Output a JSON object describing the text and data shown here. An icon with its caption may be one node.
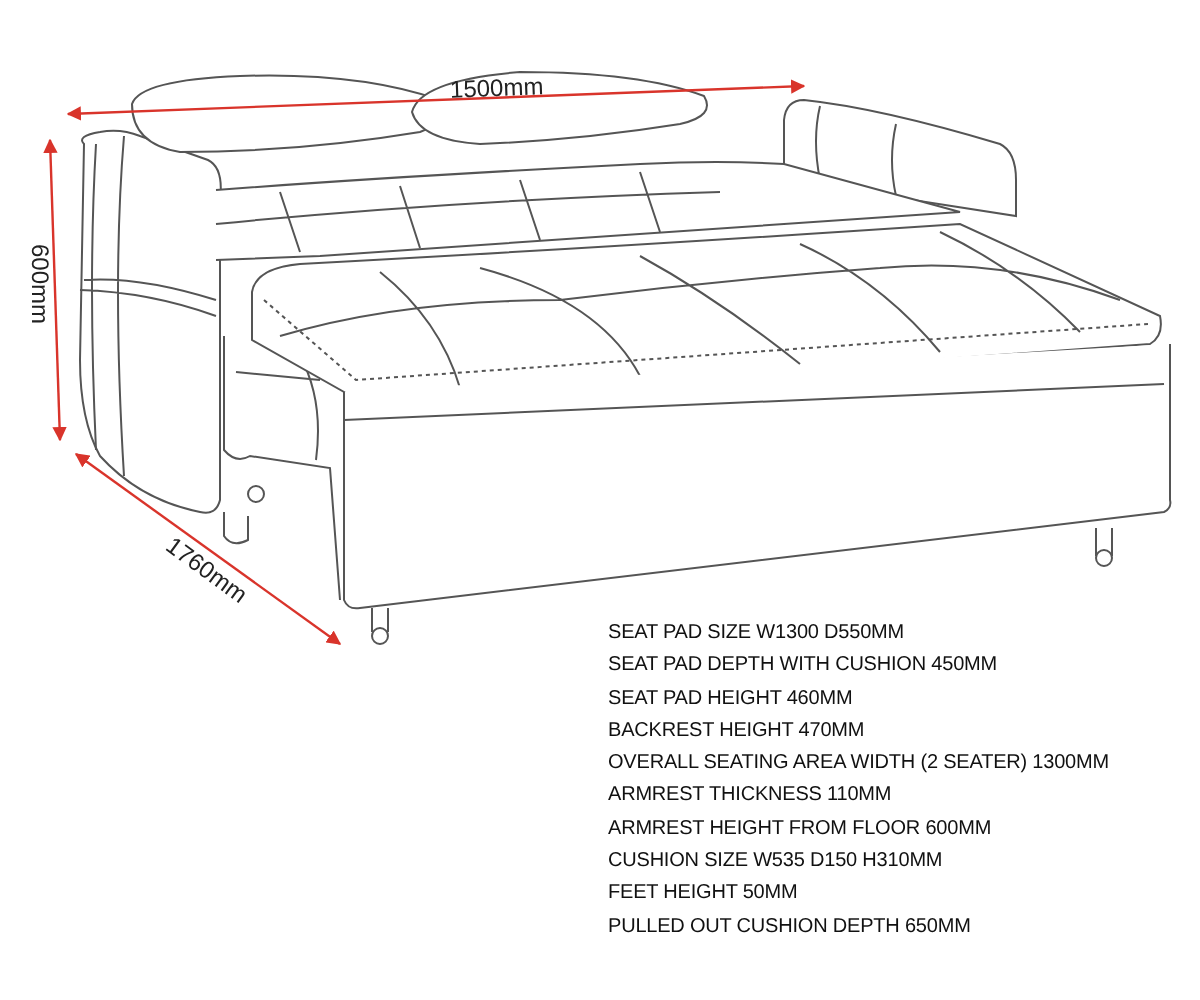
{
  "diagram": {
    "labels": [
      "1500mm",
      "600mm",
      "1760mm",
      "SEAT PAD SIZE W1300 D550MM",
      "SEAT PAD DEPTH WITH CUSHION 450MM",
      "SEAT PAD HEIGHT 460MM",
      "BACKREST HEIGHT 470MM",
      "OVERALL SEATING AREA WIDTH (2 SEATER) 1300MM",
      "ARMREST THICKNESS 110MM",
      "ARMREST HEIGHT FROM FLOOR 600MM",
      "CUSHION SIZE W535 D150 H310MM",
      "FEET HEIGHT 50MM",
      "PULLED OUT CUSHION DEPTH 650MM"
    ]
  }
}
